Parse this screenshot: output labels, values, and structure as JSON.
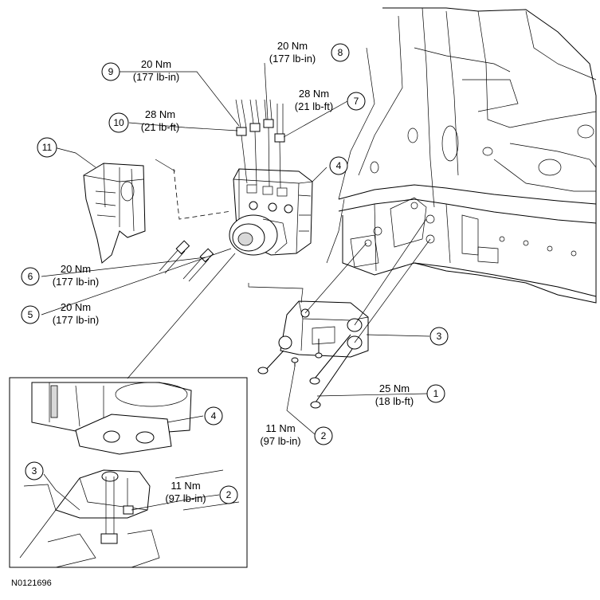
{
  "figure_id": "N0121696",
  "callouts": [
    {
      "num": "1",
      "lines": [
        "25 Nm",
        "(18 lb-ft)"
      ]
    },
    {
      "num": "2",
      "lines": [
        "11 Nm",
        "(97 lb-in)"
      ]
    },
    {
      "num": "2",
      "lines": [
        "11 Nm",
        "(97 lb-in)"
      ]
    },
    {
      "num": "3",
      "lines": []
    },
    {
      "num": "3",
      "lines": []
    },
    {
      "num": "4",
      "lines": []
    },
    {
      "num": "4",
      "lines": []
    },
    {
      "num": "5",
      "lines": [
        "20 Nm",
        "(177 lb-in)"
      ]
    },
    {
      "num": "6",
      "lines": [
        "20 Nm",
        "(177 lb-in)"
      ]
    },
    {
      "num": "7",
      "lines": [
        "28 Nm",
        "(21 lb-ft)"
      ]
    },
    {
      "num": "8",
      "lines": [
        "20 Nm",
        "(177 lb-in)"
      ]
    },
    {
      "num": "9",
      "lines": [
        "20 Nm",
        "(177 lb-in)"
      ]
    },
    {
      "num": "10",
      "lines": [
        "28 Nm",
        "(21 lb-ft)"
      ]
    },
    {
      "num": "11",
      "lines": []
    }
  ]
}
